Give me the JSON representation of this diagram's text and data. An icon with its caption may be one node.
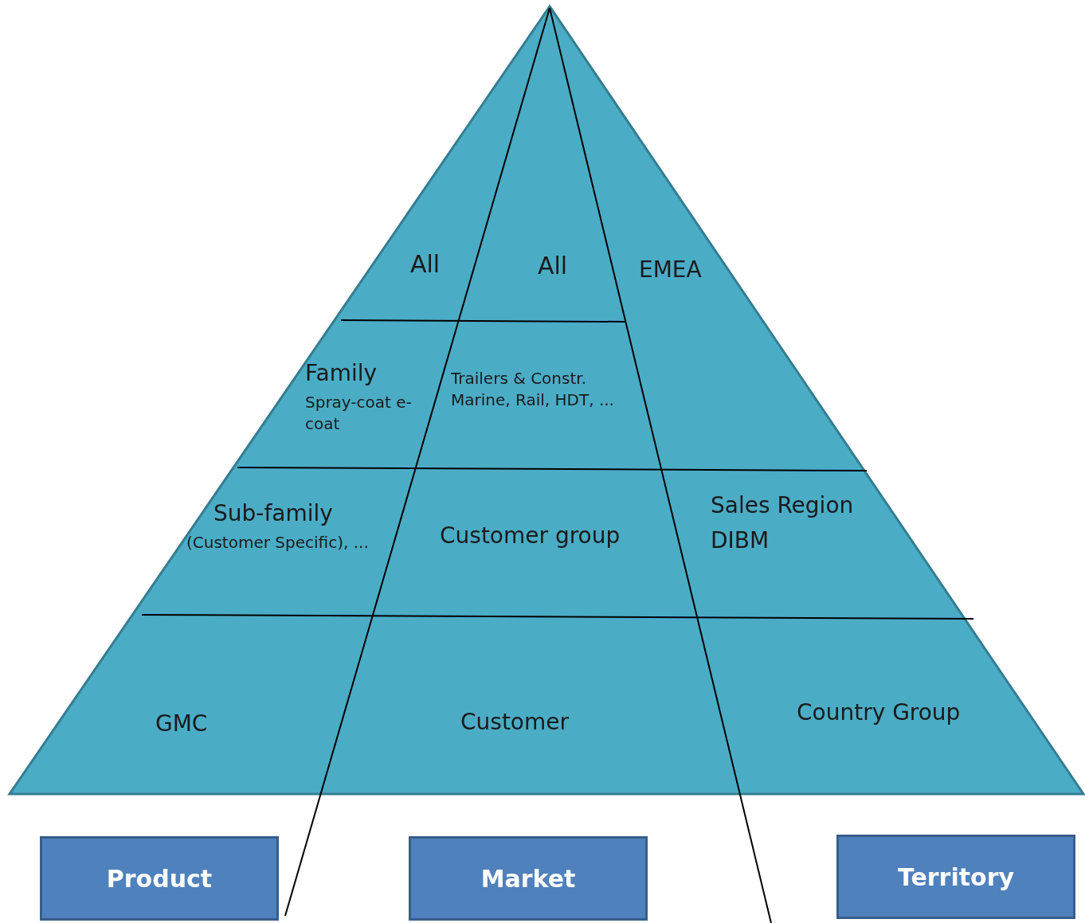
{
  "diagram": {
    "nodes": [
      {
        "text": [
          "Product"
        ]
      },
      {
        "text": [
          "Market"
        ]
      },
      {
        "text": [
          "Territory"
        ]
      }
    ],
    "labels": [
      "All",
      "All",
      "EMEA",
      "Family",
      "Spray-coat e-coat",
      "Trailers & Constr. Marine, Rail, HDT, ...",
      "Sub-family",
      "(Customer Specific), ...",
      "Customer group",
      "Sales Region",
      "DIBM",
      "GMC",
      "Customer",
      "Country Group"
    ]
  }
}
